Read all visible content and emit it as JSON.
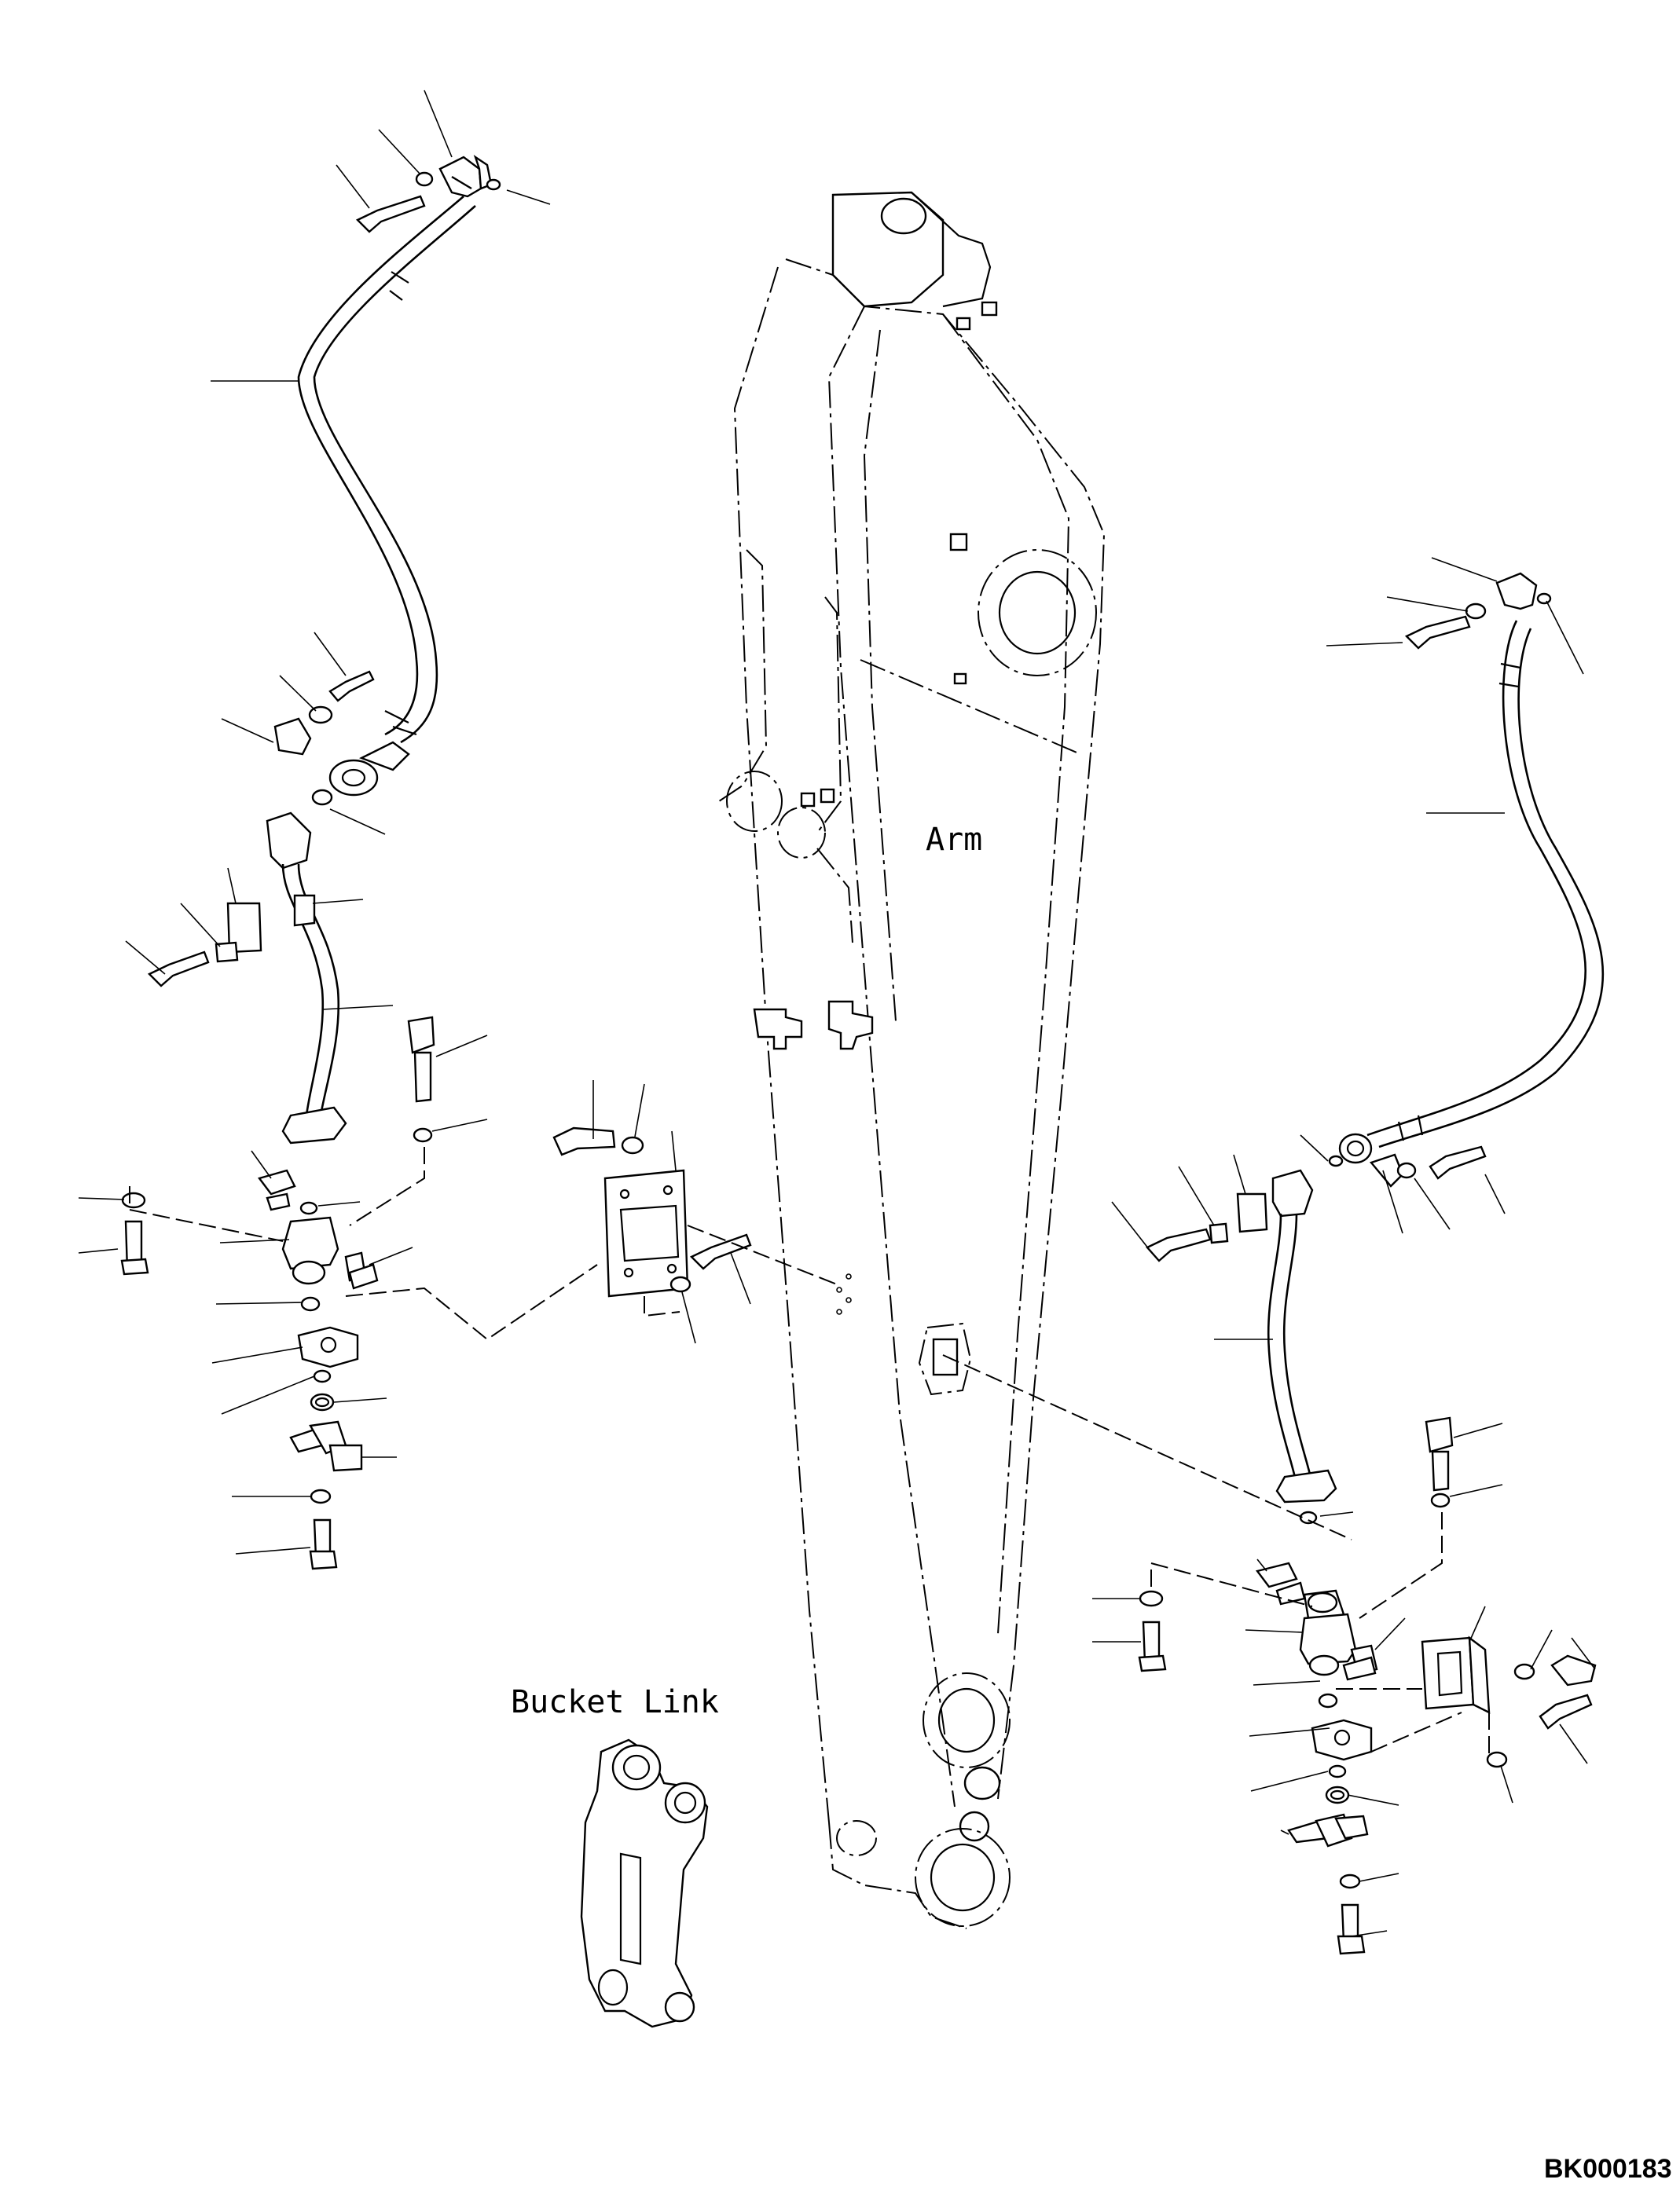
{
  "labels": {
    "arm": "Arm",
    "bucket_link": "Bucket Link",
    "drawing_code": "BK000183"
  },
  "colors": {
    "line": "#000000",
    "background": "#ffffff"
  }
}
